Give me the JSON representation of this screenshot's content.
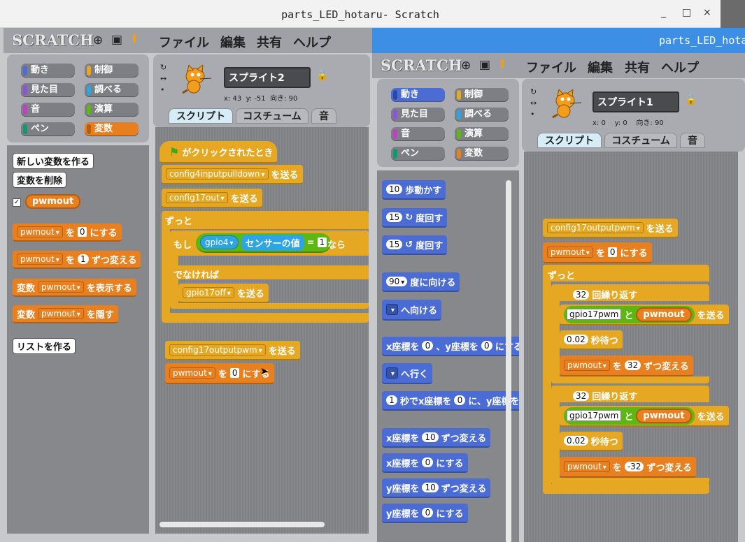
{
  "window1": {
    "title": "parts_LED_hotaru- Scratch",
    "controls": {
      "minimize": "_",
      "maximize": "□",
      "close": "×"
    },
    "logo": "SCRATCH",
    "menu": [
      "ファイル",
      "編集",
      "共有",
      "ヘルプ"
    ],
    "categories": [
      "動き",
      "制御",
      "見た目",
      "調べる",
      "音",
      "演算",
      "ペン",
      "変数"
    ],
    "selected_category": "変数",
    "palette": {
      "make_var": "新しい変数を作る",
      "del_var": "変数を削除",
      "var_name": "pwmout",
      "set_var": {
        "var": "pwmout",
        "to": "を",
        "value": "0",
        "suffix": "にする"
      },
      "change_var": {
        "var": "pwmout",
        "to": "を",
        "value": "1",
        "suffix": "ずつ変える"
      },
      "show_var": {
        "prefix": "変数",
        "var": "pwmout",
        "suffix": "を表示する"
      },
      "hide_var": {
        "prefix": "変数",
        "var": "pwmout",
        "suffix": "を隠す"
      },
      "make_list": "リストを作る"
    },
    "sprite": {
      "name": "スプライト2",
      "x": "43",
      "y": "-51",
      "dir": "90",
      "x_label": "x:",
      "y_label": "y:",
      "dir_label": "向き:"
    },
    "tabs": [
      "スクリプト",
      "コスチューム",
      "音"
    ],
    "script": {
      "hat": "がクリックされたとき",
      "b1": {
        "msg": "config4inputpulldown",
        "suffix": "を送る"
      },
      "b2": {
        "msg": "config17out",
        "suffix": "を送る"
      },
      "forever": "ずっと",
      "if": "もし",
      "sensor": {
        "src": "gpio4",
        "label": "センサーの値",
        "eq": "=",
        "val": "1"
      },
      "then": "なら",
      "else": "でなければ",
      "b3": {
        "msg": "gpio17off",
        "suffix": "を送る"
      },
      "b4": {
        "msg": "config17outputpwm",
        "suffix": "を送る"
      },
      "b5": {
        "var": "pwmout",
        "to": "を",
        "value": "0",
        "suffix": "にする"
      }
    }
  },
  "window2": {
    "title": "parts_LED_hotaru",
    "logo": "SCRATCH",
    "menu": [
      "ファイル",
      "編集",
      "共有",
      "ヘルプ"
    ],
    "categories": [
      "動き",
      "制御",
      "見た目",
      "調べる",
      "音",
      "演算",
      "ペン",
      "変数"
    ],
    "selected_category": "動き",
    "palette": {
      "move": {
        "value": "10",
        "suffix": "歩動かす"
      },
      "turn_r": {
        "value": "15",
        "suffix": "度回す"
      },
      "turn_l": {
        "value": "15",
        "suffix": "度回す"
      },
      "point": {
        "value": "90",
        "suffix": "度に向ける"
      },
      "point_to": {
        "suffix": "へ向ける"
      },
      "goto_xy": {
        "a": "x座標を",
        "x": "0",
        "b": "、y座標を",
        "y": "0",
        "c": "にする"
      },
      "goto": {
        "suffix": "へ行く"
      },
      "glide": {
        "value": "1",
        "a": "秒でx座標を",
        "x": "0",
        "b": "に、y座標を"
      },
      "change_x": {
        "a": "x座標を",
        "value": "10",
        "b": "ずつ変える"
      },
      "set_x": {
        "a": "x座標を",
        "value": "0",
        "b": "にする"
      },
      "change_y": {
        "a": "y座標を",
        "value": "10",
        "b": "ずつ変える"
      },
      "set_y": {
        "a": "y座標を",
        "value": "0",
        "b": "にする"
      }
    },
    "sprite": {
      "name": "スプライト1",
      "x": "0",
      "y": "0",
      "dir": "90",
      "x_label": "x:",
      "y_label": "y:",
      "dir_label": "向き:"
    },
    "tabs": [
      "スクリプト",
      "コスチューム",
      "音"
    ],
    "script": {
      "b1": {
        "msg": "config17outputpwm",
        "suffix": "を送る"
      },
      "b2": {
        "var": "pwmout",
        "to": "を",
        "value": "0",
        "suffix": "にする"
      },
      "forever": "ずっと",
      "rep1": {
        "value": "32",
        "suffix": "回繰り返す"
      },
      "send1": {
        "s": "gpio17pwm",
        "and": "と",
        "v": "pwmout",
        "suffix": "を送る"
      },
      "wait1": {
        "value": "0.02",
        "suffix": "秒待つ"
      },
      "chg1": {
        "var": "pwmout",
        "to": "を",
        "value": "32",
        "suffix": "ずつ変える"
      },
      "rep2": {
        "value": "32",
        "suffix": "回繰り返す"
      },
      "send2": {
        "s": "gpio17pwm",
        "and": "と",
        "v": "pwmout",
        "suffix": "を送る"
      },
      "wait2": {
        "value": "0.02",
        "suffix": "秒待つ"
      },
      "chg2": {
        "var": "pwmout",
        "to": "を",
        "value": "-32",
        "suffix": "ずつ変える"
      }
    }
  },
  "colors": {
    "motion": "#4a6cd4",
    "variables": "#e8801f",
    "control": "#e6a823",
    "operators": "#5cb712",
    "sensing": "#2ca5e2"
  }
}
